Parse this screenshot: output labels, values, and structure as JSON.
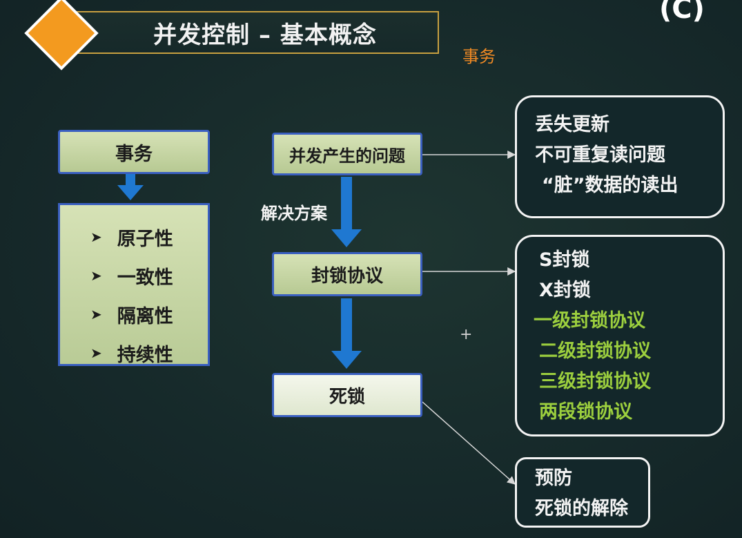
{
  "header": {
    "title": "并发控制 – 基本概念",
    "subtitle": "事务",
    "corner_text": "(C)"
  },
  "left": {
    "transaction_label": "事务",
    "properties": [
      "原子性",
      "一致性",
      "隔离性",
      "持续性"
    ],
    "bullet": "➤"
  },
  "center": {
    "problem_label": "并发产生的问题",
    "solution_label": "解决方案",
    "locking_label": "封锁协议",
    "deadlock_label": "死锁"
  },
  "right": {
    "problems": [
      "丢失更新",
      "不可重复读问题",
      "“脏”数据的读出"
    ],
    "locks": [
      "S封锁",
      "X封锁"
    ],
    "protocols": [
      "一级封锁协议",
      "二级封锁协议",
      "三级封锁协议",
      "两段锁协议"
    ],
    "deadlock_items": [
      "预防",
      "死锁的解除"
    ]
  },
  "colors": {
    "background": "#16292a",
    "box_green": "#c7d6a5",
    "box_border": "#3a5fc0",
    "accent_orange": "#f39a1f",
    "protocol_green": "#9ccf3e",
    "arrow_blue": "#1f78d1"
  }
}
